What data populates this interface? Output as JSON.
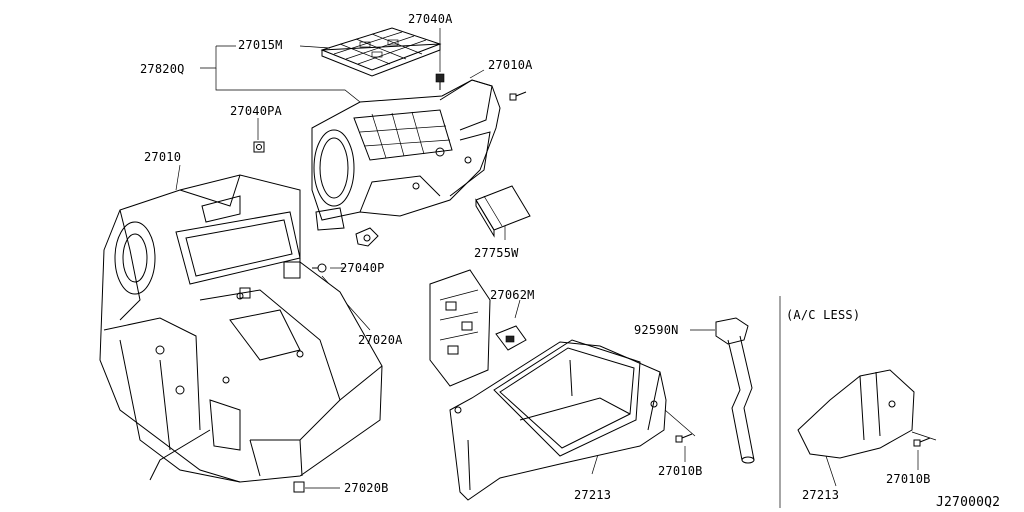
{
  "diagram": {
    "part_labels": {
      "p27040A": "27040A",
      "p27015M": "27015M",
      "p27820Q": "27820Q",
      "p27010A": "27010A",
      "p27040PA": "27040PA",
      "p27010": "27010",
      "p27755W": "27755W",
      "p27040P": "27040P",
      "p27062M": "27062M",
      "p27020A": "27020A",
      "p92590N": "92590N",
      "p27020B": "27020B",
      "p27213_main": "27213",
      "p27010B_main": "27010B",
      "p27213_acless": "27213",
      "p27010B_acless": "27010B"
    },
    "section_note": "(A/C LESS)",
    "diagram_code": "J27000Q2"
  }
}
